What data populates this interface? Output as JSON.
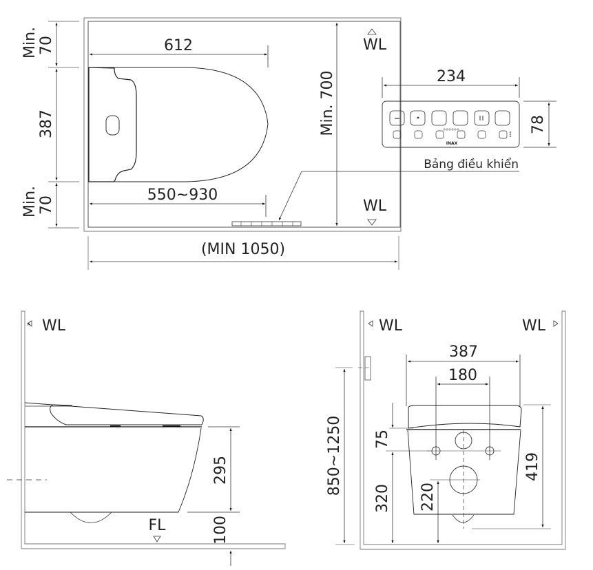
{
  "plan_view": {
    "min_top_label": "Min.",
    "min_top_value": "70",
    "seat_width": "387",
    "min_bottom_label": "Min.",
    "min_bottom_value": "70",
    "length": "612",
    "panel_range": "550~930",
    "min_depth": "Min. 700",
    "total_width": "(MIN 1050)",
    "wl_top": "WL",
    "wl_bottom": "WL"
  },
  "control_panel": {
    "width": "234",
    "height": "78",
    "brand": "INAX",
    "caption": "Bảng điều khiển"
  },
  "side_view": {
    "wl": "WL",
    "fl": "FL",
    "bowl_height": "295",
    "floor_gap": "100"
  },
  "front_view": {
    "wl_left": "WL",
    "wl_right": "WL",
    "overall_width": "387",
    "bolt_spacing": "180",
    "bolt_offset": "75",
    "bolt_height": "320",
    "outlet_height": "220",
    "total_height": "419",
    "mount_height": "850~1250"
  }
}
